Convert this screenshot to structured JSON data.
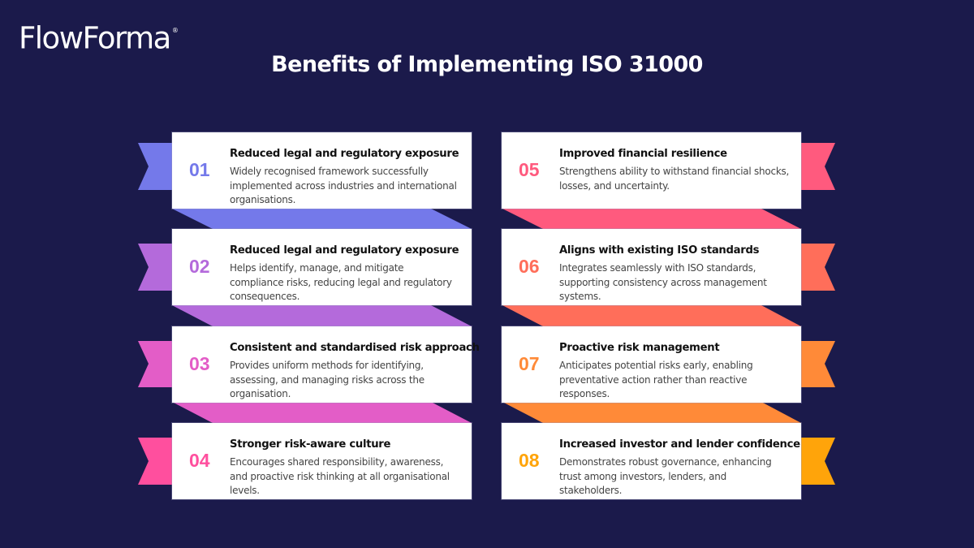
{
  "brand": {
    "name": "FlowForma",
    "mark": "®"
  },
  "title": "Benefits of Implementing ISO 31000",
  "colors": {
    "background": "#1b1a4b",
    "card": "#ffffff"
  },
  "benefits": [
    {
      "number": "01",
      "heading": "Reduced legal and regulatory exposure",
      "description": "Widely recognised framework successfully implemented across industries and international organisations.",
      "color": "#7479ea"
    },
    {
      "number": "02",
      "heading": "Reduced legal and regulatory exposure",
      "description": "Helps identify, manage, and mitigate compliance risks, reducing legal and regulatory consequences.",
      "color": "#b46adb"
    },
    {
      "number": "03",
      "heading": "Consistent and standardised risk approach",
      "description": "Provides uniform methods for identifying, assessing, and managing risks across the organisation.",
      "color": "#e35dc7"
    },
    {
      "number": "04",
      "heading": "Stronger risk-aware culture",
      "description": "Encourages shared responsibility, awareness, and proactive risk thinking at all organisational levels.",
      "color": "#ff4f9e"
    },
    {
      "number": "05",
      "heading": "Improved financial resilience",
      "description": "Strengthens ability to withstand financial shocks, losses, and uncertainty.",
      "color": "#ff5a7e"
    },
    {
      "number": "06",
      "heading": "Aligns with existing ISO standards",
      "description": "Integrates seamlessly with ISO standards, supporting consistency across management systems.",
      "color": "#ff6e5a"
    },
    {
      "number": "07",
      "heading": "Proactive risk management",
      "description": "Anticipates potential risks early, enabling preventative action rather than reactive responses.",
      "color": "#ff8a38"
    },
    {
      "number": "08",
      "heading": "Increased investor and lender confidence",
      "description": "Demonstrates robust governance, enhancing trust among investors, lenders, and stakeholders.",
      "color": "#ffa40a"
    }
  ]
}
